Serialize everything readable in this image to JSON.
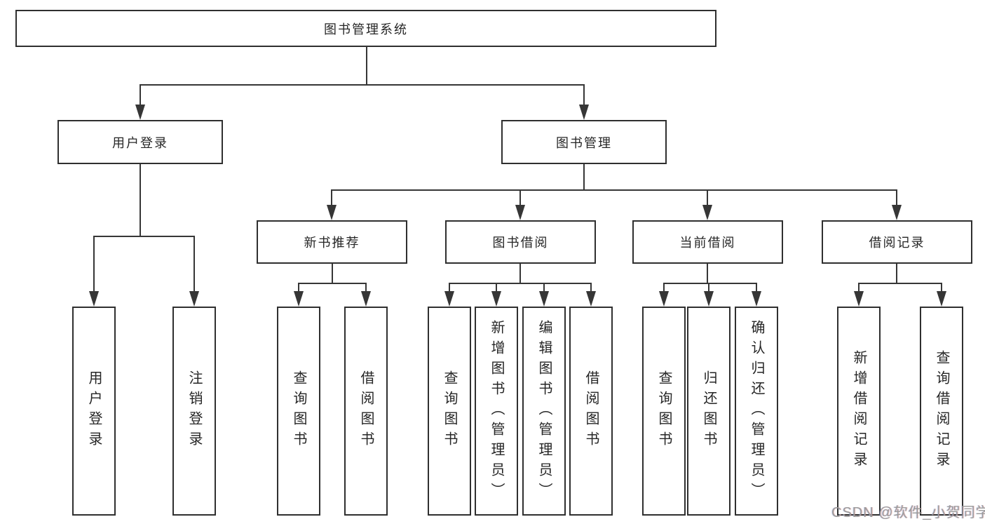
{
  "diagram": {
    "root": {
      "label": "图书管理系统"
    },
    "level2": [
      {
        "label": "用户登录"
      },
      {
        "label": "图书管理"
      }
    ],
    "level3": [
      {
        "label": "新书推荐"
      },
      {
        "label": "图书借阅"
      },
      {
        "label": "当前借阅"
      },
      {
        "label": "借阅记录"
      }
    ],
    "leaves": {
      "user_login": [
        "用户登录",
        "注销登录"
      ],
      "new_books": [
        "查询图书",
        "借阅图书"
      ],
      "book_borrow": [
        "查询图书",
        "新增图书（管理员）",
        "编辑图书（管理员）",
        "借阅图书"
      ],
      "current_borrow": [
        "查询图书",
        "归还图书",
        "确认归还（管理员）"
      ],
      "borrow_records": [
        "新增借阅记录",
        "查询借阅记录"
      ]
    }
  },
  "watermark": {
    "text": "CSDN @软件_小贺同学"
  },
  "colors": {
    "line": "#363636",
    "box_border": "#2f2f2f",
    "box_background": "#ffffff",
    "text": "#262626",
    "watermark": "#9b9b9b",
    "background": "#ffffff"
  }
}
